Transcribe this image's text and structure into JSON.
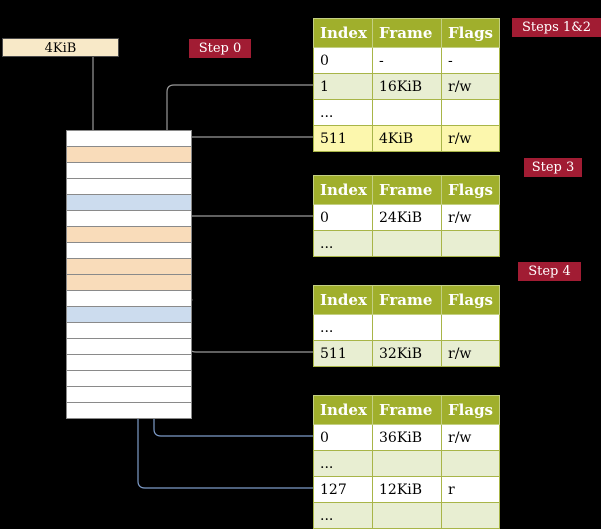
{
  "labels": {
    "frame_box": "4KiB",
    "step0": "Step 0",
    "steps12": "Steps 1&2",
    "step3": "Step 3",
    "step4": "Step 4"
  },
  "colors": {
    "background": "#000000",
    "badge_red": "#a11c33",
    "table_header_olive": "#a0af2c",
    "table_row_green": "#e8eed2",
    "table_row_white": "#ffffff",
    "table_row_highlight_yellow": "#fcf7ad",
    "memory_page_table_peach": "#f9dcba",
    "memory_mapped_page_blue": "#ccdcee",
    "frame_box_bg": "#f8e9c8",
    "arrow_gray": "#999999",
    "arrow_blue": "#7d9bc8"
  },
  "tables": [
    {
      "name": "page-table-step1",
      "headers": [
        "Index",
        "Frame",
        "Flags"
      ],
      "rows": [
        {
          "cells": [
            "0",
            "-",
            "-"
          ],
          "style": "white"
        },
        {
          "cells": [
            "1",
            "16KiB",
            "r/w"
          ],
          "style": "green"
        },
        {
          "cells": [
            "...",
            "",
            ""
          ],
          "style": "white"
        },
        {
          "cells": [
            "511",
            "4KiB",
            "r/w"
          ],
          "style": "highlight"
        }
      ]
    },
    {
      "name": "page-table-step3",
      "headers": [
        "Index",
        "Frame",
        "Flags"
      ],
      "rows": [
        {
          "cells": [
            "0",
            "24KiB",
            "r/w"
          ],
          "style": "white"
        },
        {
          "cells": [
            "...",
            "",
            ""
          ],
          "style": "green"
        }
      ]
    },
    {
      "name": "page-table-step4",
      "headers": [
        "Index",
        "Frame",
        "Flags"
      ],
      "rows": [
        {
          "cells": [
            "...",
            "",
            ""
          ],
          "style": "white"
        },
        {
          "cells": [
            "511",
            "32KiB",
            "r/w"
          ],
          "style": "green"
        }
      ]
    },
    {
      "name": "page-table-final",
      "headers": [
        "Index",
        "Frame",
        "Flags"
      ],
      "rows": [
        {
          "cells": [
            "0",
            "36KiB",
            "r/w"
          ],
          "style": "white"
        },
        {
          "cells": [
            "...",
            "",
            ""
          ],
          "style": "green"
        },
        {
          "cells": [
            "127",
            "12KiB",
            "r"
          ],
          "style": "white"
        },
        {
          "cells": [
            "...",
            "",
            ""
          ],
          "style": "green"
        }
      ]
    }
  ],
  "memory_stack": {
    "rows": [
      "white",
      "peach",
      "white",
      "white",
      "blue",
      "white",
      "peach",
      "white",
      "peach",
      "peach",
      "white",
      "blue",
      "white",
      "white",
      "white",
      "white",
      "white",
      "white"
    ]
  },
  "arrows": [
    {
      "name": "arrow-4kib-to-table-frame",
      "color": "gray"
    },
    {
      "name": "arrow-entry1-16kib-to-memory",
      "color": "gray"
    },
    {
      "name": "arrow-entry511-4kib-recursive",
      "color": "gray"
    },
    {
      "name": "arrow-entry0-24kib-to-memory",
      "color": "gray"
    },
    {
      "name": "arrow-entry511-32kib-to-memory",
      "color": "gray"
    },
    {
      "name": "arrow-entry0-36kib-to-page",
      "color": "blue"
    },
    {
      "name": "arrow-entry127-12kib-to-page",
      "color": "blue"
    }
  ]
}
